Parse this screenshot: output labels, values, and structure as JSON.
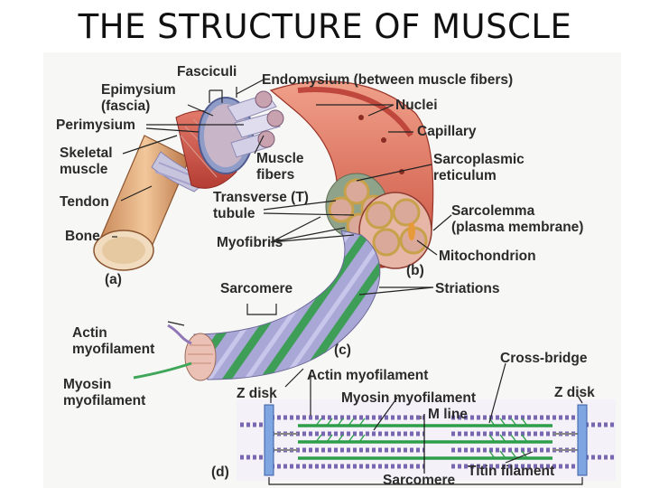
{
  "title": "THE STRUCTURE OF MUSCLE",
  "labels": {
    "fasciculi": "Fasciculi",
    "endomysium": "Endomysium (between muscle fibers)",
    "epimysium_1": "Epimysium",
    "epimysium_2": "(fascia)",
    "nuclei": "Nuclei",
    "perimysium": "Perimysium",
    "capillary": "Capillary",
    "skeletal_1": "Skeletal",
    "skeletal_2": "muscle",
    "muscle_fibers_1": "Muscle",
    "muscle_fibers_2": "fibers",
    "sarcoplasmic_1": "Sarcoplasmic",
    "sarcoplasmic_2": "reticulum",
    "tendon": "Tendon",
    "transverse_1": "Transverse (T)",
    "transverse_2": "tubule",
    "sarcolemma_1": "Sarcolemma",
    "sarcolemma_2": "(plasma membrane)",
    "bone": "Bone",
    "myofibrils": "Myofibrils",
    "mitochondrion": "Mitochondrion",
    "panel_a": "(a)",
    "panel_b": "(b)",
    "sarcomere_top": "Sarcomere",
    "striations": "Striations",
    "actin_1": "Actin",
    "actin_2": "myofilament",
    "panel_c": "(c)",
    "cross_bridge": "Cross-bridge",
    "actin_myofilament": "Actin myofilament",
    "myosin_1": "Myosin",
    "myosin_2": "myofilament",
    "z_disk_left": "Z disk",
    "myosin_myofilament": "Myosin myofilament",
    "z_disk_right": "Z disk",
    "m_line": "M line",
    "panel_d": "(d)",
    "titin": "Titin filament",
    "sarcomere_bottom": "Sarcomere"
  }
}
